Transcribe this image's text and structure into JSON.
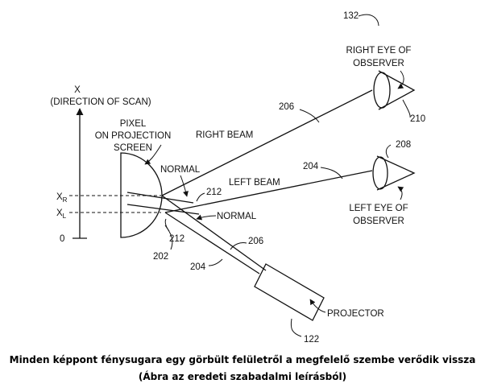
{
  "diagram": {
    "ref_132": "132",
    "right_eye_line1": "RIGHT EYE OF",
    "right_eye_line2": "OBSERVER",
    "ref_210": "210",
    "x_label": "X",
    "direction_of_scan": "(DIRECTION OF SCAN)",
    "pixel_line1": "PIXEL",
    "pixel_line2": "ON PROJECTION",
    "pixel_line3": "SCREEN",
    "ref_206_top": "206",
    "right_beam": "RIGHT BEAM",
    "ref_208": "208",
    "normal_top": "NORMAL",
    "ref_204_top": "204",
    "left_beam": "LEFT BEAM",
    "ref_212_top": "212",
    "xr_main": "X",
    "xr_sub": "R",
    "xl_main": "X",
    "xl_sub": "L",
    "normal_bottom": "NORMAL",
    "left_eye_line1": "LEFT EYE OF",
    "left_eye_line2": "OBSERVER",
    "zero": "0",
    "ref_212_bottom": "212",
    "ref_206_bottom": "206",
    "ref_202": "202",
    "ref_204_bottom": "204",
    "projector": "PROJECTOR",
    "ref_122": "122"
  },
  "caption": {
    "line1": "Minden képpont fénysugara egy görbült felületről a megfelelő szembe verődik vissza",
    "line2": "(Ábra az eredeti szabadalmi leírásból)"
  }
}
